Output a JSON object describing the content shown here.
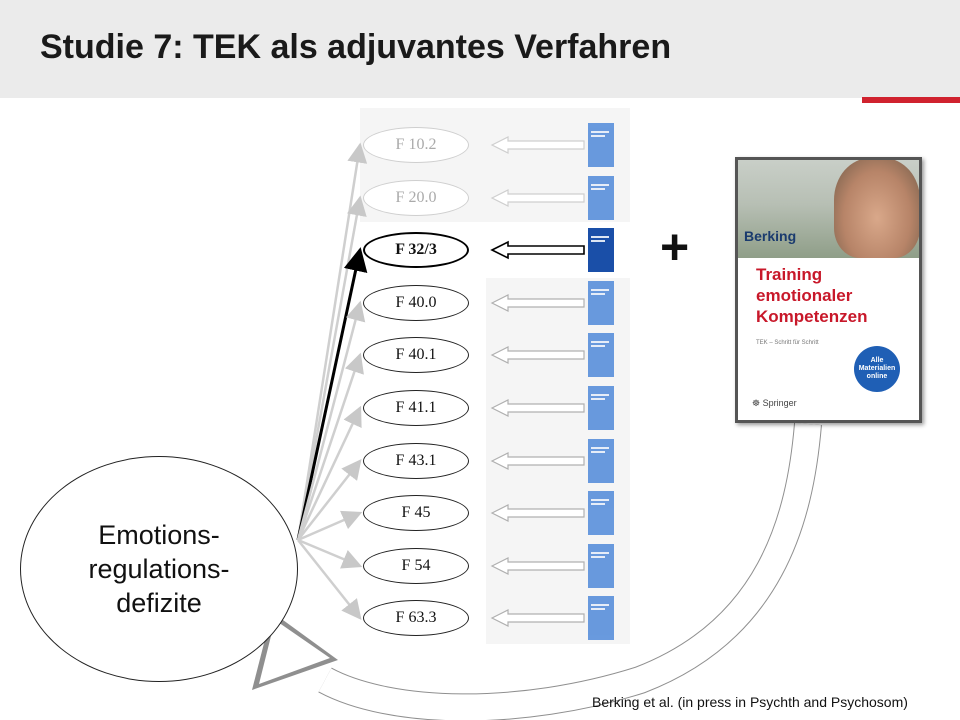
{
  "slide": {
    "title": "Studie 7: TEK als adjuvantes Verfahren",
    "accent_color": "#d0222e"
  },
  "diagram": {
    "source_label": "Emotions-\nregulations-\ndefizite",
    "nodes": [
      {
        "label": "F 10.2",
        "state": "faded"
      },
      {
        "label": "F 20.0",
        "state": "faded"
      },
      {
        "label": "F 32/3",
        "state": "highlighted"
      },
      {
        "label": "F 40.0",
        "state": "normal"
      },
      {
        "label": "F 40.1",
        "state": "normal"
      },
      {
        "label": "F 41.1",
        "state": "normal"
      },
      {
        "label": "F 43.1",
        "state": "normal"
      },
      {
        "label": "F 45",
        "state": "normal"
      },
      {
        "label": "F 54",
        "state": "normal"
      },
      {
        "label": "F 63.3",
        "state": "normal"
      }
    ],
    "plus_symbol": "+"
  },
  "book": {
    "author": "Berking",
    "title": "Training\nemotionaler\nKompetenzen",
    "subtitle": "TEK – Schritt für Schritt",
    "badge": "Alle\nMaterialien\nonline",
    "publisher": "Springer",
    "icons": [
      "book-cover-image",
      "springer-logo-icon"
    ]
  },
  "citation": {
    "text": "Berking et al. (in press in Psychth and Psychosom)"
  }
}
